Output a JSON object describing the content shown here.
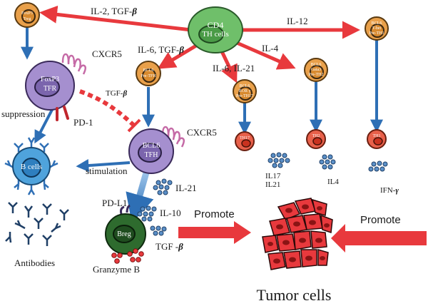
{
  "center_cell": {
    "line1": "CD4",
    "line2": "TH cells"
  },
  "arrows": {
    "to_treg": "IL-2, TGF-",
    "to_th1": "IL-12",
    "to_th2": "IL-4",
    "to_th17": "IL-6, IL-21",
    "to_tfh": "IL-6, TGF-",
    "beta": "β"
  },
  "cells": {
    "treg": {
      "line1": "FoxP3",
      "line2": "Treg"
    },
    "tfr": {
      "line1": "FoxP3",
      "line2": "TFR"
    },
    "pre_tfh": {
      "line1": "BCL6",
      "line2": "Pre-TFH"
    },
    "tfh": {
      "line1": "BCL6",
      "line2": "TFH"
    },
    "pre_th17": {
      "line1": "BCL6",
      "line2": "ROR γ",
      "line3": "Pre-TH17"
    },
    "pre_th2": {
      "line1": "BCL6",
      "line2": "Gata3",
      "line3": "Pre-TH2"
    },
    "pre_th1": {
      "line1": "BCL6",
      "line2": "T-bet",
      "line3": "Pre-TH1"
    },
    "th17": "TH17",
    "th2": "TH2",
    "th1": "TH1",
    "b_cells": "B cells",
    "breg": "Breg"
  },
  "labels": {
    "cxcr5_tfr": "CXCR5",
    "cxcr5_tfh": "CXCR5",
    "pd1": "PD-1",
    "pdl1": "PD-L1",
    "tgf_inhibit": "TGF-",
    "suppression": "suppression",
    "stimulation": "stimulation",
    "il21": "IL-21",
    "il10": "IL-10",
    "tgf_breg": "TGF -",
    "granzyme": "Granzyme B",
    "antibodies": "Antibodies",
    "il17": "IL17",
    "il21b": "IL21",
    "il4": "IL4",
    "ifng": "IFN-",
    "gamma": "γ",
    "promote_left": "Promote",
    "promote_right": "Promote",
    "tumor": "Tumor cells"
  },
  "colors": {
    "red_arrow": "#e8393d",
    "blue_arrow": "#2e6fb5",
    "green_cell": "#6fbf6a",
    "orange_cell": "#e9a04a",
    "purple_cell": "#a58fcf",
    "b_cell": "#4fa3dc",
    "breg": "#2e6b2e",
    "th_cell": "#e8604a",
    "tumor": "#e8393d",
    "receptor": "#c56aa6"
  }
}
